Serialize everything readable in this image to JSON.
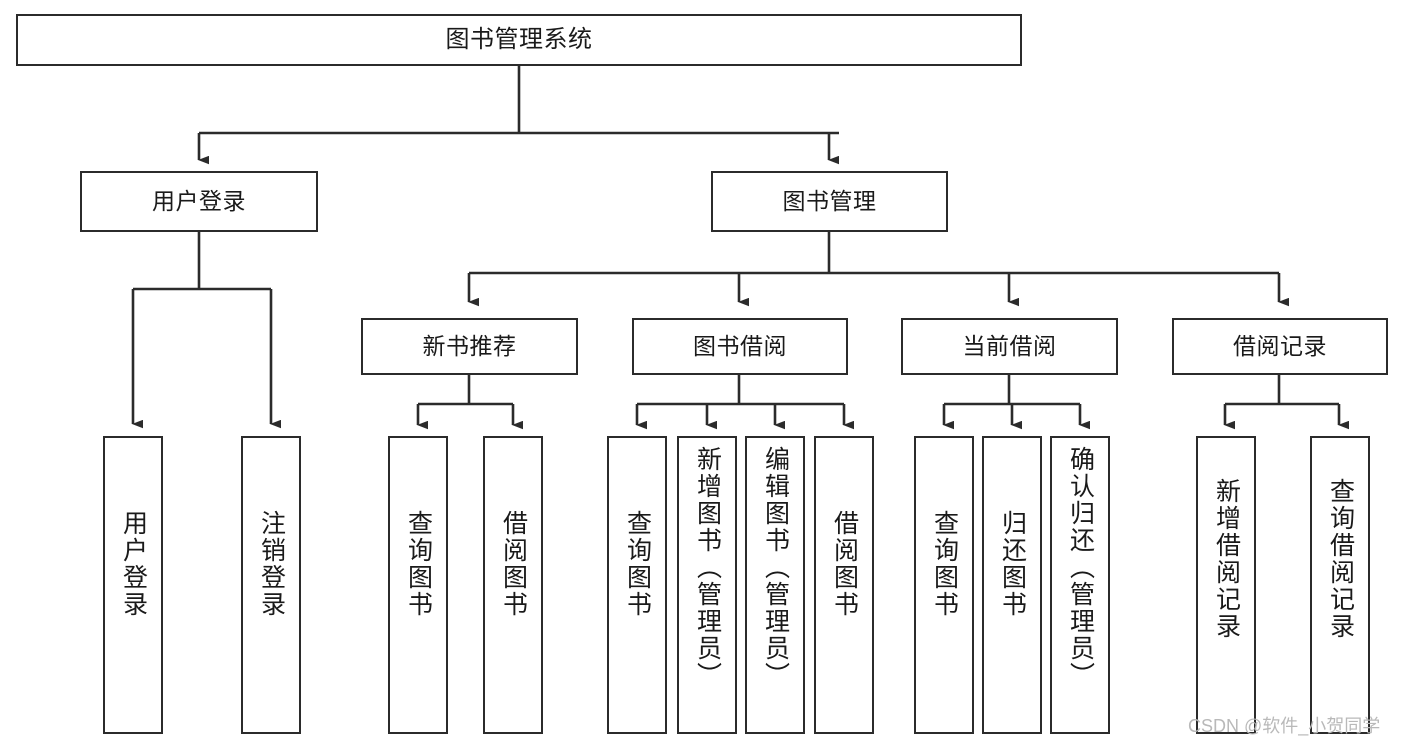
{
  "diagram": {
    "type": "tree",
    "title": "图书管理系统",
    "orientation": "top-down",
    "colors": {
      "box_border": "#2b2b2b",
      "box_fill": "#ffffff",
      "connector": "#2b2b2b",
      "background": "#ffffff",
      "watermark": "#b9b9b9"
    },
    "watermark": "CSDN @软件_小贺同学",
    "levels": [
      {
        "level": 0,
        "labels": [
          "图书管理系统"
        ]
      },
      {
        "level": 1,
        "labels": [
          "用户登录",
          "图书管理"
        ]
      },
      {
        "level": 2,
        "labels": [
          "新书推荐",
          "图书借阅",
          "当前借阅",
          "借阅记录"
        ]
      },
      {
        "level": 3,
        "labels": [
          "用户登录",
          "注销登录",
          "查询图书",
          "借阅图书",
          "查询图书",
          "新增图书（管理员）",
          "编辑图书（管理员）",
          "借阅图书",
          "查询图书",
          "归还图书",
          "确认归还（管理员）",
          "新增借阅记录",
          "查询借阅记录"
        ]
      }
    ],
    "nodes": {
      "root": {
        "label": "图书管理系统"
      },
      "user_login": {
        "label": "用户登录"
      },
      "book_manage": {
        "label": "图书管理"
      },
      "new_book_rec": {
        "label": "新书推荐"
      },
      "book_borrow": {
        "label": "图书借阅"
      },
      "current_borrow": {
        "label": "当前借阅"
      },
      "borrow_record": {
        "label": "借阅记录"
      },
      "leaf_user_login": {
        "label": "用户登录"
      },
      "leaf_logout": {
        "label": "注销登录"
      },
      "leaf_query_book_1": {
        "label": "查询图书"
      },
      "leaf_borrow_book_1": {
        "label": "借阅图书"
      },
      "leaf_query_book_2": {
        "label": "查询图书"
      },
      "leaf_add_book": {
        "label": "新增图书（管理员）"
      },
      "leaf_edit_book": {
        "label": "编辑图书（管理员）"
      },
      "leaf_borrow_book_2": {
        "label": "借阅图书"
      },
      "leaf_query_book_3": {
        "label": "查询图书"
      },
      "leaf_return_book": {
        "label": "归还图书"
      },
      "leaf_confirm_return": {
        "label": "确认归还（管理员）"
      },
      "leaf_add_record": {
        "label": "新增借阅记录"
      },
      "leaf_query_record": {
        "label": "查询借阅记录"
      }
    },
    "edges": [
      {
        "from": "root",
        "to": "user_login"
      },
      {
        "from": "root",
        "to": "book_manage"
      },
      {
        "from": "user_login",
        "to": "leaf_user_login"
      },
      {
        "from": "user_login",
        "to": "leaf_logout"
      },
      {
        "from": "book_manage",
        "to": "new_book_rec"
      },
      {
        "from": "book_manage",
        "to": "book_borrow"
      },
      {
        "from": "book_manage",
        "to": "current_borrow"
      },
      {
        "from": "book_manage",
        "to": "borrow_record"
      },
      {
        "from": "new_book_rec",
        "to": "leaf_query_book_1"
      },
      {
        "from": "new_book_rec",
        "to": "leaf_borrow_book_1"
      },
      {
        "from": "book_borrow",
        "to": "leaf_query_book_2"
      },
      {
        "from": "book_borrow",
        "to": "leaf_add_book"
      },
      {
        "from": "book_borrow",
        "to": "leaf_edit_book"
      },
      {
        "from": "book_borrow",
        "to": "leaf_borrow_book_2"
      },
      {
        "from": "current_borrow",
        "to": "leaf_query_book_3"
      },
      {
        "from": "current_borrow",
        "to": "leaf_return_book"
      },
      {
        "from": "current_borrow",
        "to": "leaf_confirm_return"
      },
      {
        "from": "borrow_record",
        "to": "leaf_add_record"
      },
      {
        "from": "borrow_record",
        "to": "leaf_query_record"
      }
    ]
  }
}
